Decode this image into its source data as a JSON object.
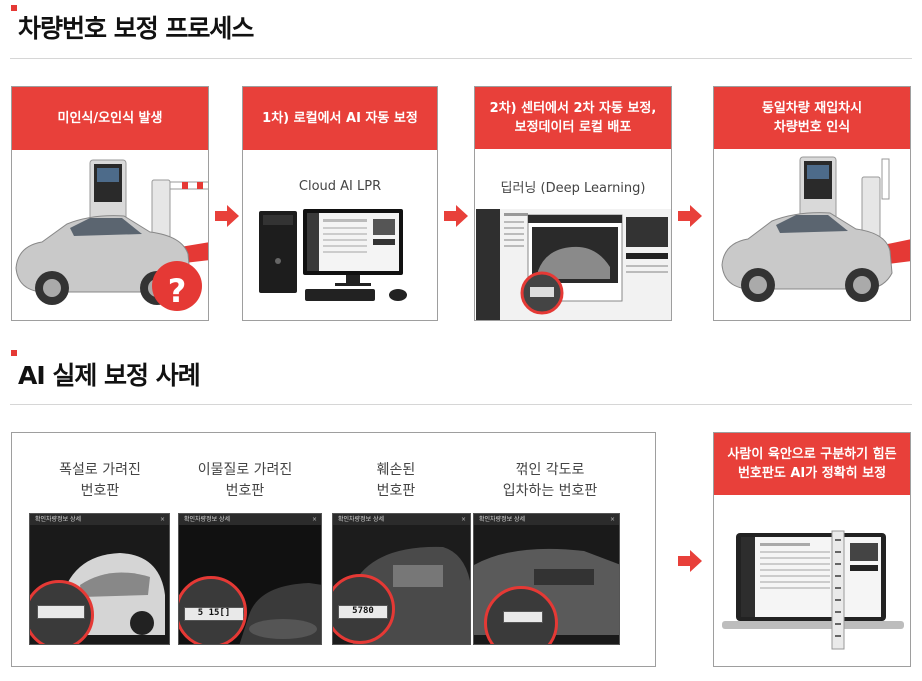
{
  "section1": {
    "title": "차량번호 보정 프로세스"
  },
  "steps": [
    {
      "lines": [
        "미인식/오인식 발생"
      ]
    },
    {
      "lines": [
        "1차) 로컬에서 AI 자동 보정"
      ],
      "subtitle": "Cloud AI LPR"
    },
    {
      "lines": [
        "2차) 센터에서 2차 자동 보정,",
        "보정데이터 로컬 배포"
      ],
      "subtitle": "딥러닝 (Deep Learning)"
    },
    {
      "lines": [
        "동일차량 재입차시",
        "차량번호 인식"
      ]
    }
  ],
  "question_mark": "?",
  "section2": {
    "title": "AI 실제 보정 사례"
  },
  "examples": [
    {
      "lines": [
        "폭설로 가려진",
        "번호판"
      ],
      "window_title": "확인차량정보 상세",
      "plate": ""
    },
    {
      "lines": [
        "이물질로 가려진",
        "번호판"
      ],
      "window_title": "확인차량정보 상세",
      "plate": "5 15[]"
    },
    {
      "lines": [
        "훼손된",
        "번호판"
      ],
      "window_title": "확인차량정보 상세",
      "plate": "5780"
    },
    {
      "lines": [
        "꺾인 각도로",
        "입차하는 번호판"
      ],
      "window_title": "확인차량정보 상세",
      "plate": ""
    }
  ],
  "result": {
    "lines": [
      "사람이 육안으로 구분하기 힘든",
      "번호판도 AI가 정확히 보정"
    ]
  },
  "colors": {
    "accent": "#e8403a",
    "border": "#9e9e9e"
  }
}
